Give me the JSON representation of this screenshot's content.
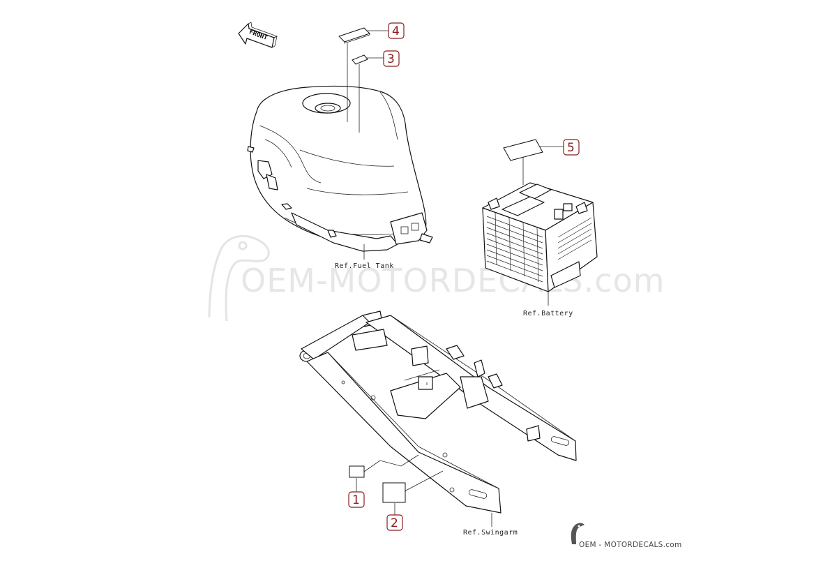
{
  "front_arrow": {
    "label": "FRONT"
  },
  "callouts": [
    "4",
    "3",
    "5",
    "1",
    "2"
  ],
  "refs": {
    "fuel_tank": "Ref.Fuel Tank",
    "battery": "Ref.Battery",
    "swingarm": "Ref.Swingarm"
  },
  "watermark": "OEM-MOTORDECALS.com",
  "logo": "OEM - MOTORDECALS.com",
  "colors": {
    "callout": "#8b1a1a",
    "line": "#111111",
    "watermark": "#e6e6e6"
  }
}
